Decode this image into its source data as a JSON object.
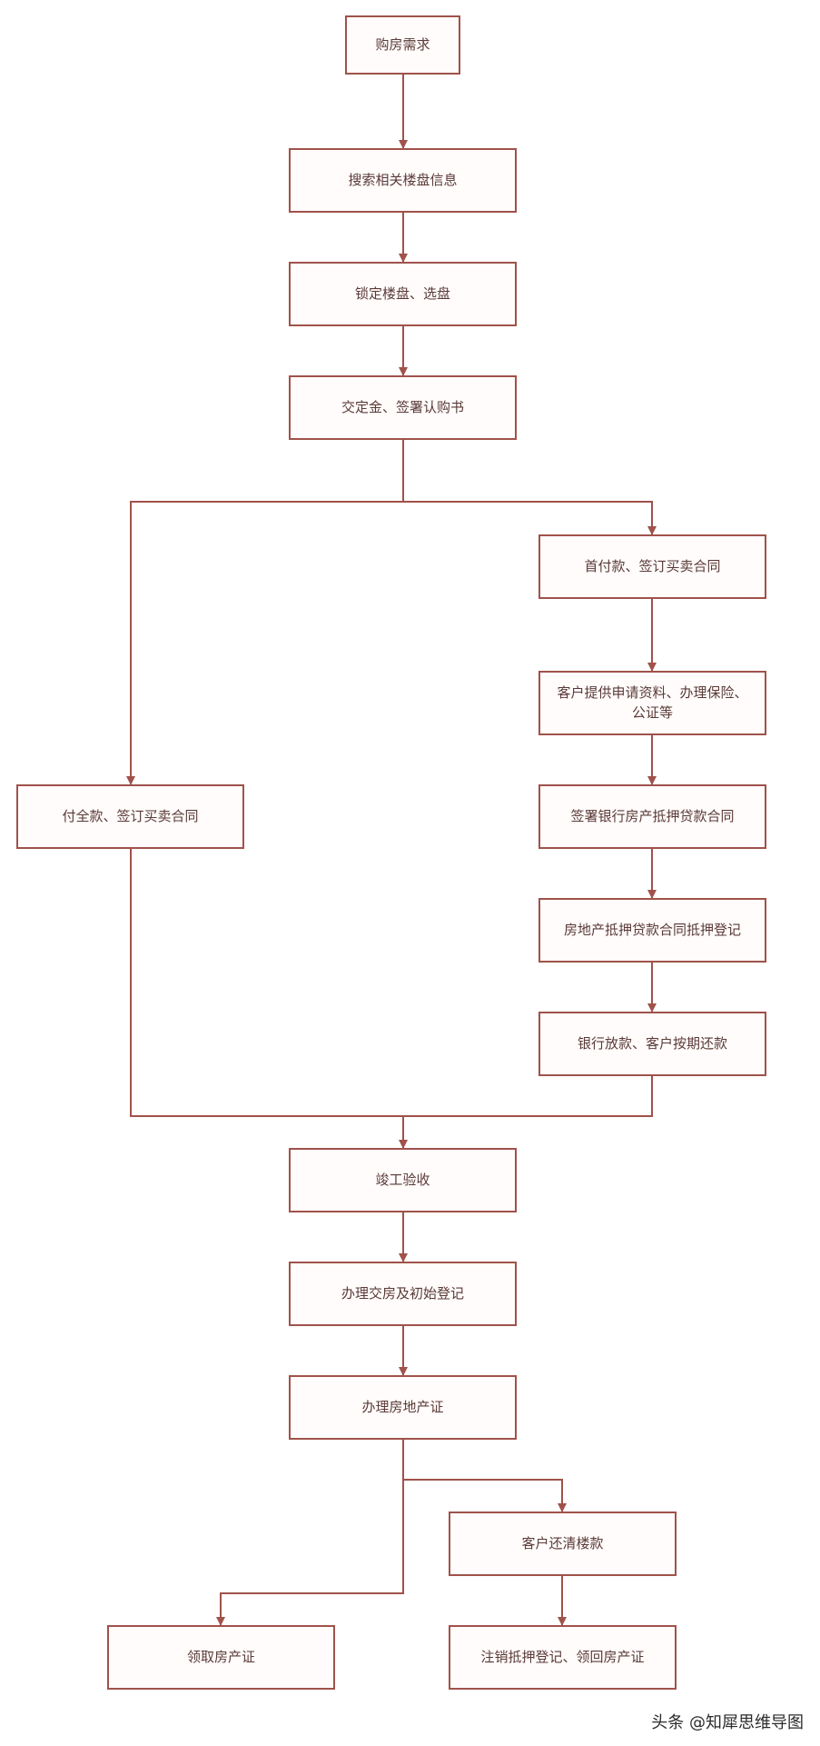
{
  "nodes": {
    "n1": "购房需求",
    "n2": "搜索相关楼盘信息",
    "n3": "锁定楼盘、选盘",
    "n4": "交定金、签署认购书",
    "n5": "首付款、签订买卖合同",
    "n6": "客户提供申请资料、办理保险、公证等",
    "n7": "付全款、签订买卖合同",
    "n8": "签署银行房产抵押贷款合同",
    "n9": "房地产抵押贷款合同抵押登记",
    "n10": "银行放款、客户按期还款",
    "n11": "竣工验收",
    "n12": "办理交房及初始登记",
    "n13": "办理房地产证",
    "n14": "客户还清楼款",
    "n15": "领取房产证",
    "n16": "注销抵押登记、领回房产证"
  },
  "watermark": "头条 @知犀思维导图",
  "colors": {
    "stroke": "#a0524b",
    "fill": "#fffcfb",
    "text": "#5a3a37"
  }
}
